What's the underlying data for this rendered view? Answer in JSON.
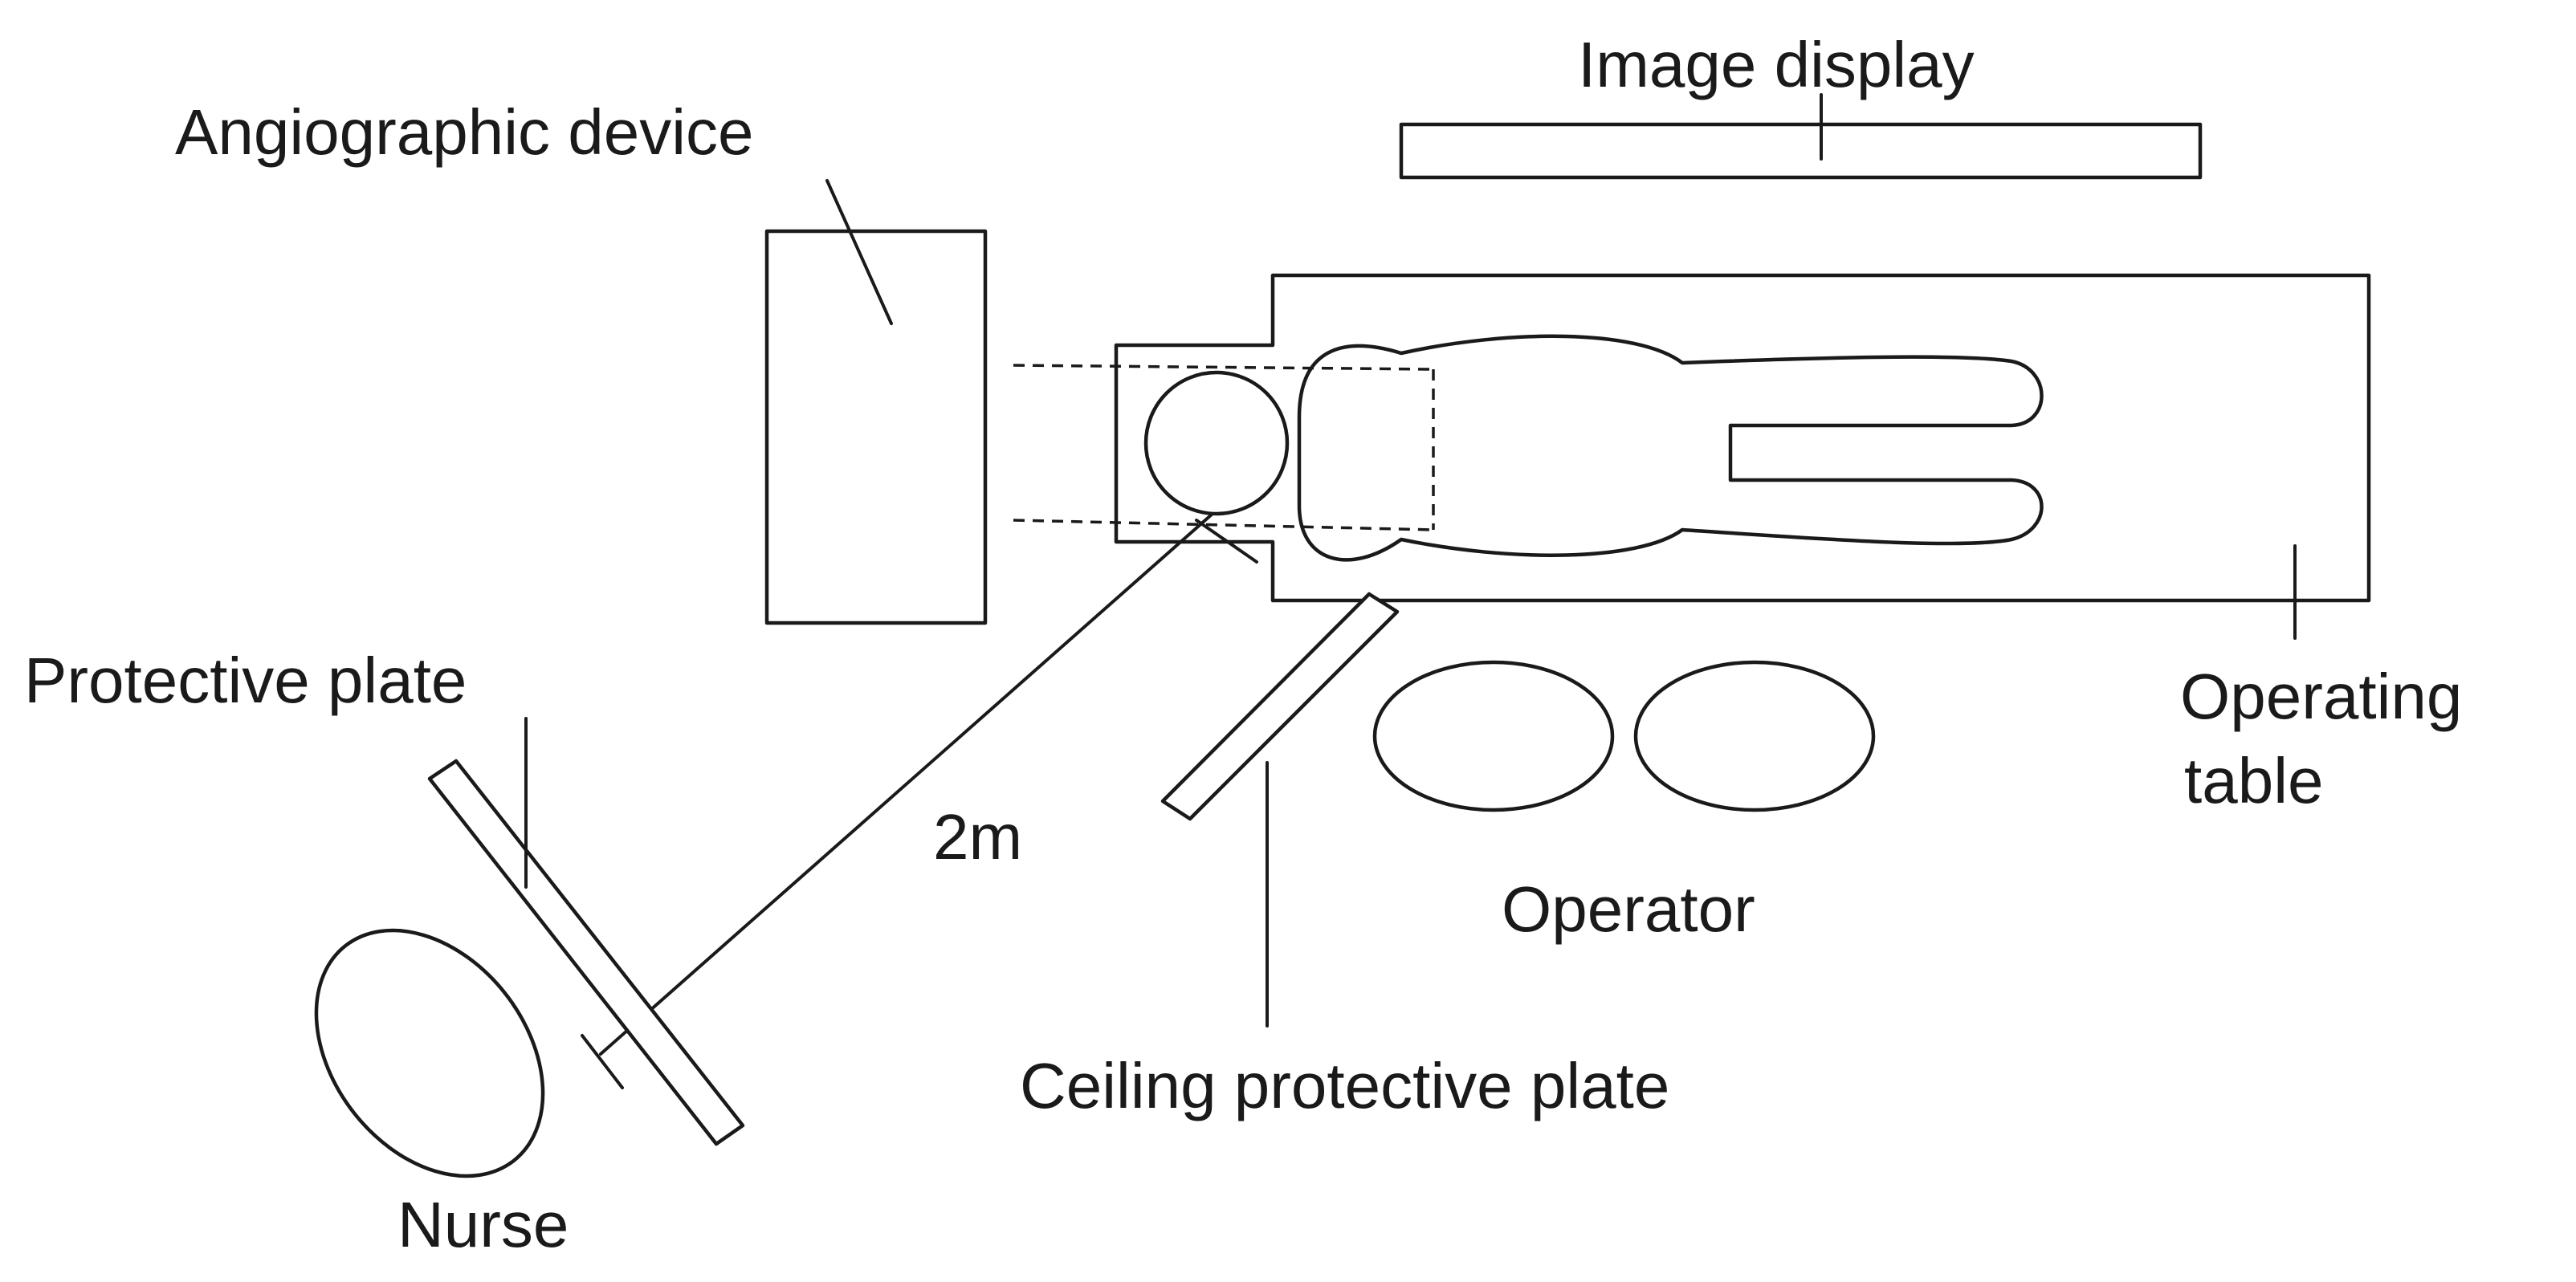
{
  "labels": {
    "angiographic_device": "Angiographic device",
    "image_display": "Image display",
    "protective_plate": "Protective plate",
    "operating_table": [
      "Operating",
      "table"
    ],
    "distance": "2m",
    "operator": "Operator",
    "ceiling_protective_plate": "Ceiling protective plate",
    "nurse": "Nurse"
  }
}
